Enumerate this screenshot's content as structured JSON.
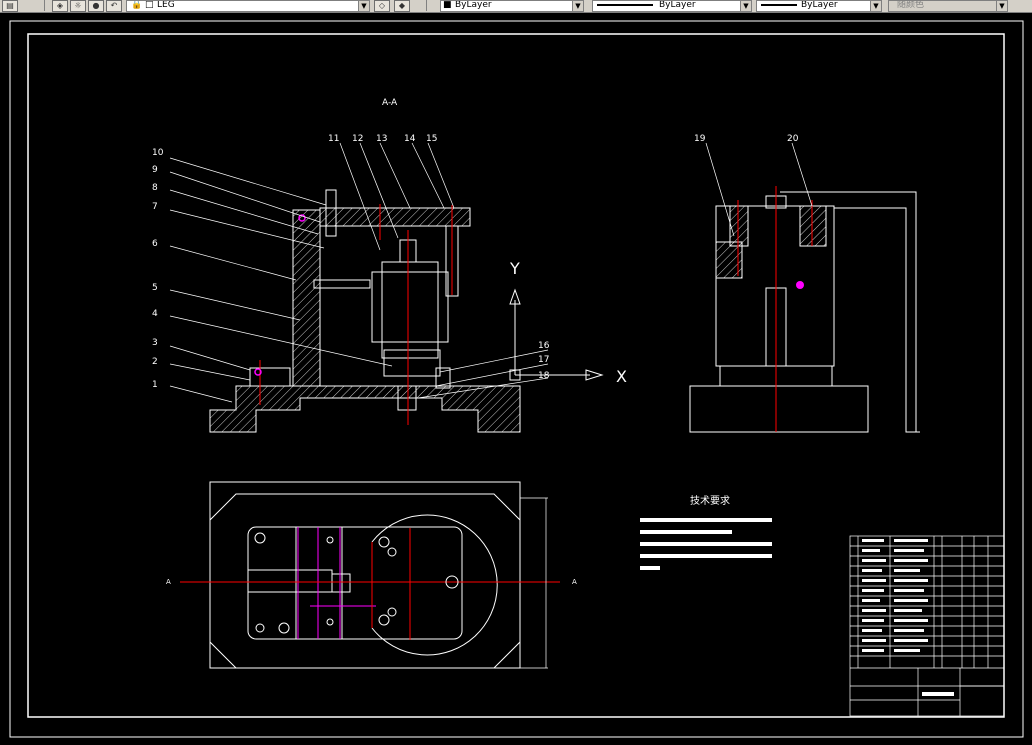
{
  "toolbar": {
    "layer_name": "LEG",
    "color": "ByLayer",
    "linetype": "ByLayer",
    "lineweight": "ByLayer",
    "plotstyle": "随颜色"
  },
  "drawing": {
    "section_label": "A-A",
    "callouts": {
      "c1": "1",
      "c2": "2",
      "c3": "3",
      "c4": "4",
      "c5": "5",
      "c6": "6",
      "c7": "7",
      "c8": "8",
      "c9": "9",
      "c10": "10",
      "c11": "11",
      "c12": "12",
      "c13": "13",
      "c14": "14",
      "c15": "15",
      "c16": "16",
      "c17": "17",
      "c18": "18",
      "c19": "19",
      "c20": "20"
    },
    "axis_y": "Y",
    "axis_x": "X",
    "section_marker_left": "A",
    "section_marker_right": "A",
    "tech_title": "技术要求"
  },
  "colors": {
    "frame": "#ffffff",
    "centerline": "#ff0000",
    "highlight": "#ff00ff",
    "hatch": "#ffffff",
    "toolbar_bg": "#d4d0c8"
  }
}
